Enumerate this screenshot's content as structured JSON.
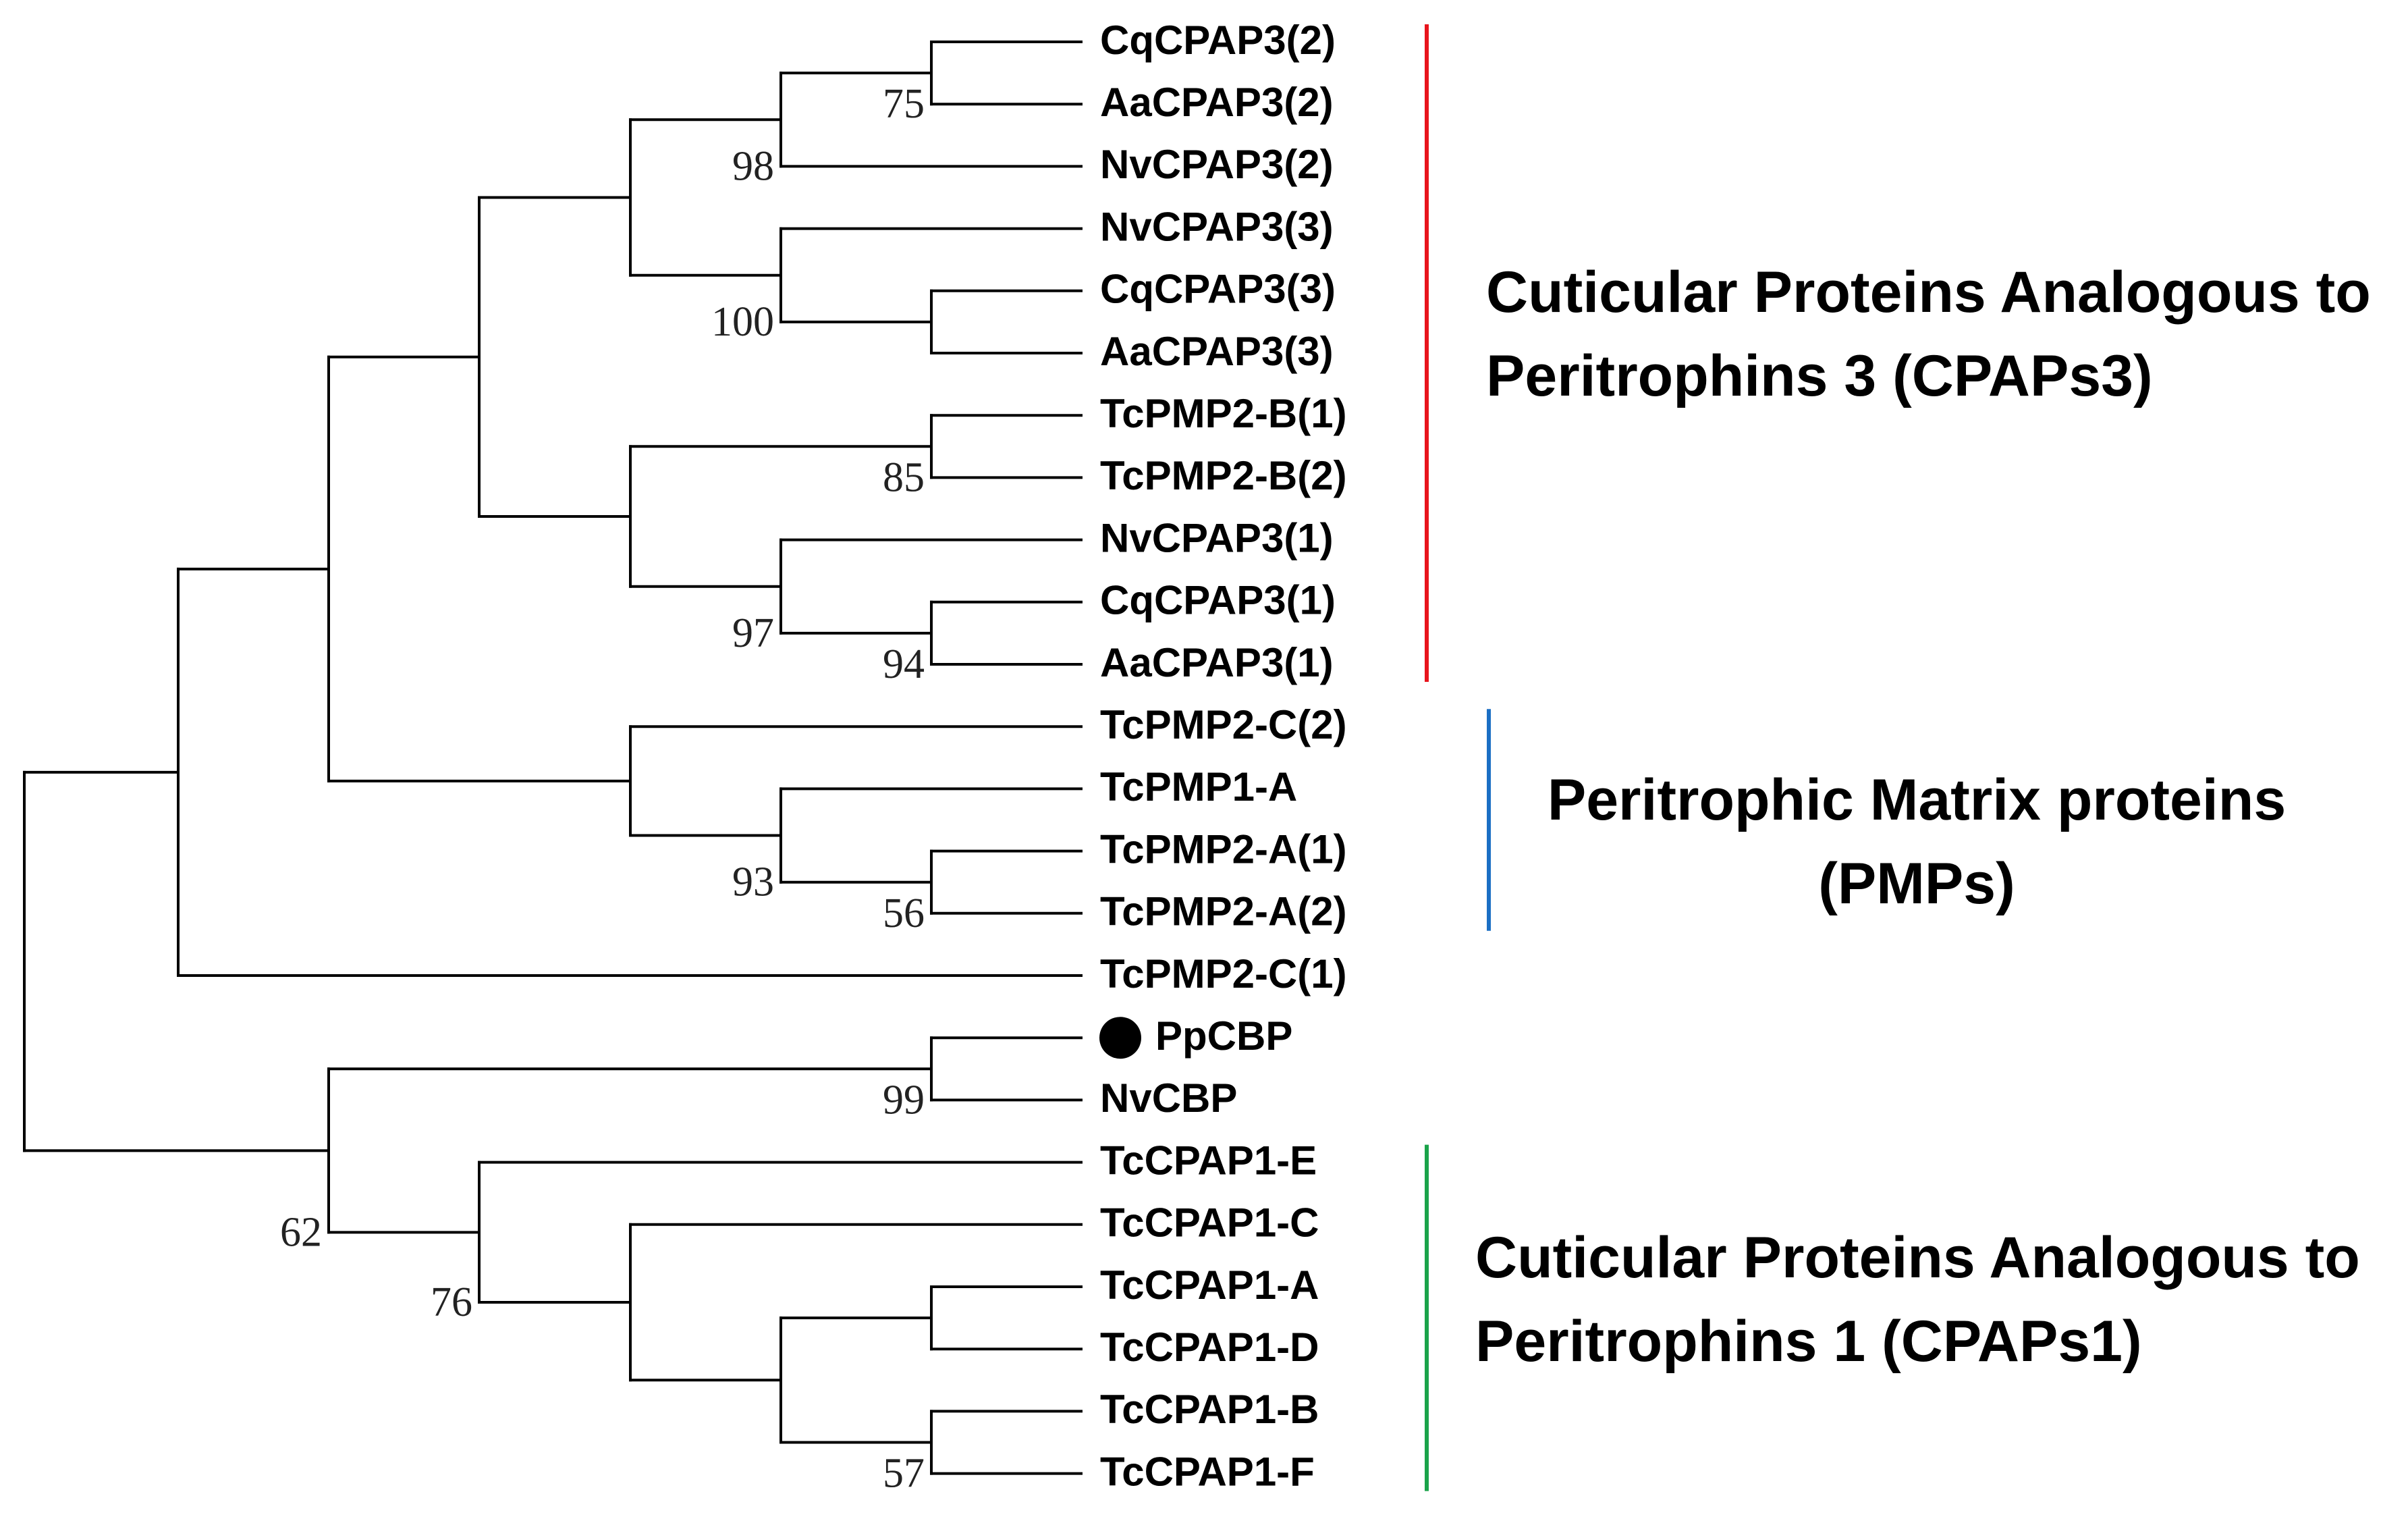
{
  "tree": {
    "leaves": [
      {
        "id": "l1",
        "label": "CqCPAP3(2)",
        "marked": false
      },
      {
        "id": "l2",
        "label": "AaCPAP3(2)",
        "marked": false
      },
      {
        "id": "l3",
        "label": "NvCPAP3(2)",
        "marked": false
      },
      {
        "id": "l4",
        "label": "NvCPAP3(3)",
        "marked": false
      },
      {
        "id": "l5",
        "label": "CqCPAP3(3)",
        "marked": false
      },
      {
        "id": "l6",
        "label": "AaCPAP3(3)",
        "marked": false
      },
      {
        "id": "l7",
        "label": "TcPMP2-B(1)",
        "marked": false
      },
      {
        "id": "l8",
        "label": "TcPMP2-B(2)",
        "marked": false
      },
      {
        "id": "l9",
        "label": "NvCPAP3(1)",
        "marked": false
      },
      {
        "id": "l10",
        "label": "CqCPAP3(1)",
        "marked": false
      },
      {
        "id": "l11",
        "label": "AaCPAP3(1)",
        "marked": false
      },
      {
        "id": "l12",
        "label": "TcPMP2-C(2)",
        "marked": false
      },
      {
        "id": "l13",
        "label": "TcPMP1-A",
        "marked": false
      },
      {
        "id": "l14",
        "label": "TcPMP2-A(1)",
        "marked": false
      },
      {
        "id": "l15",
        "label": "TcPMP2-A(2)",
        "marked": false
      },
      {
        "id": "l16",
        "label": "TcPMP2-C(1)",
        "marked": false
      },
      {
        "id": "l17",
        "label": "PpCBP",
        "marked": true
      },
      {
        "id": "l18",
        "label": "NvCBP",
        "marked": false
      },
      {
        "id": "l19",
        "label": "TcCPAP1-E",
        "marked": false
      },
      {
        "id": "l20",
        "label": "TcCPAP1-C",
        "marked": false
      },
      {
        "id": "l21",
        "label": "TcCPAP1-A",
        "marked": false
      },
      {
        "id": "l22",
        "label": "TcCPAP1-D",
        "marked": false
      },
      {
        "id": "l23",
        "label": "TcCPAP1-B",
        "marked": false
      },
      {
        "id": "l24",
        "label": "TcCPAP1-F",
        "marked": false
      }
    ],
    "nodes": [
      {
        "id": "n1",
        "children": [
          "l1",
          "l2"
        ],
        "support": "75"
      },
      {
        "id": "n2",
        "children": [
          "n1",
          "l3"
        ],
        "support": "98"
      },
      {
        "id": "n3",
        "children": [
          "l5",
          "l6"
        ],
        "support": ""
      },
      {
        "id": "n4",
        "children": [
          "l4",
          "n3"
        ],
        "support": "100"
      },
      {
        "id": "n5",
        "children": [
          "n2",
          "n4"
        ],
        "support": ""
      },
      {
        "id": "n6",
        "children": [
          "l7",
          "l8"
        ],
        "support": "85"
      },
      {
        "id": "n7",
        "children": [
          "l10",
          "l11"
        ],
        "support": "94"
      },
      {
        "id": "n8",
        "children": [
          "l9",
          "n7"
        ],
        "support": "97"
      },
      {
        "id": "n9",
        "children": [
          "n6",
          "n8"
        ],
        "support": ""
      },
      {
        "id": "n10",
        "children": [
          "n5",
          "n9"
        ],
        "support": ""
      },
      {
        "id": "n11",
        "children": [
          "l14",
          "l15"
        ],
        "support": "56"
      },
      {
        "id": "n12",
        "children": [
          "l13",
          "n11"
        ],
        "support": "93"
      },
      {
        "id": "n13",
        "children": [
          "l12",
          "n12"
        ],
        "support": ""
      },
      {
        "id": "n14",
        "children": [
          "n10",
          "n13"
        ],
        "support": ""
      },
      {
        "id": "n15",
        "children": [
          "n14",
          "l16"
        ],
        "support": ""
      },
      {
        "id": "n16",
        "children": [
          "l17",
          "l18"
        ],
        "support": "99"
      },
      {
        "id": "n17",
        "children": [
          "l23",
          "l24"
        ],
        "support": "57"
      },
      {
        "id": "n18",
        "children": [
          "l21",
          "l22"
        ],
        "support": ""
      },
      {
        "id": "n19",
        "children": [
          "n18",
          "n17"
        ],
        "support": ""
      },
      {
        "id": "n20",
        "children": [
          "l20",
          "n19"
        ],
        "support": ""
      },
      {
        "id": "n21",
        "children": [
          "l19",
          "n20"
        ],
        "support": "76"
      },
      {
        "id": "n22",
        "children": [
          "n16",
          "n21"
        ],
        "support": "62"
      },
      {
        "id": "n23",
        "children": [
          "n15",
          "n22"
        ],
        "support": ""
      }
    ],
    "root": "n23"
  },
  "clades": [
    {
      "id": "cpaps3",
      "color": "#e8141c",
      "from_leaf": 1,
      "to_leaf": 11,
      "label_lines": [
        "Cuticular Proteins Analogous to",
        "Peritrophins 3 (CPAPs3)"
      ]
    },
    {
      "id": "pmps",
      "color": "#1b6fc4",
      "from_leaf": 12,
      "to_leaf": 15,
      "label_lines": [
        "Peritrophic Matrix proteins",
        "(PMPs)"
      ]
    },
    {
      "id": "cpaps1",
      "color": "#1aa34a",
      "from_leaf": 19,
      "to_leaf": 24,
      "label_lines": [
        "Cuticular Proteins Analogous to",
        "Peritrophins 1 (CPAPs1)"
      ]
    }
  ]
}
